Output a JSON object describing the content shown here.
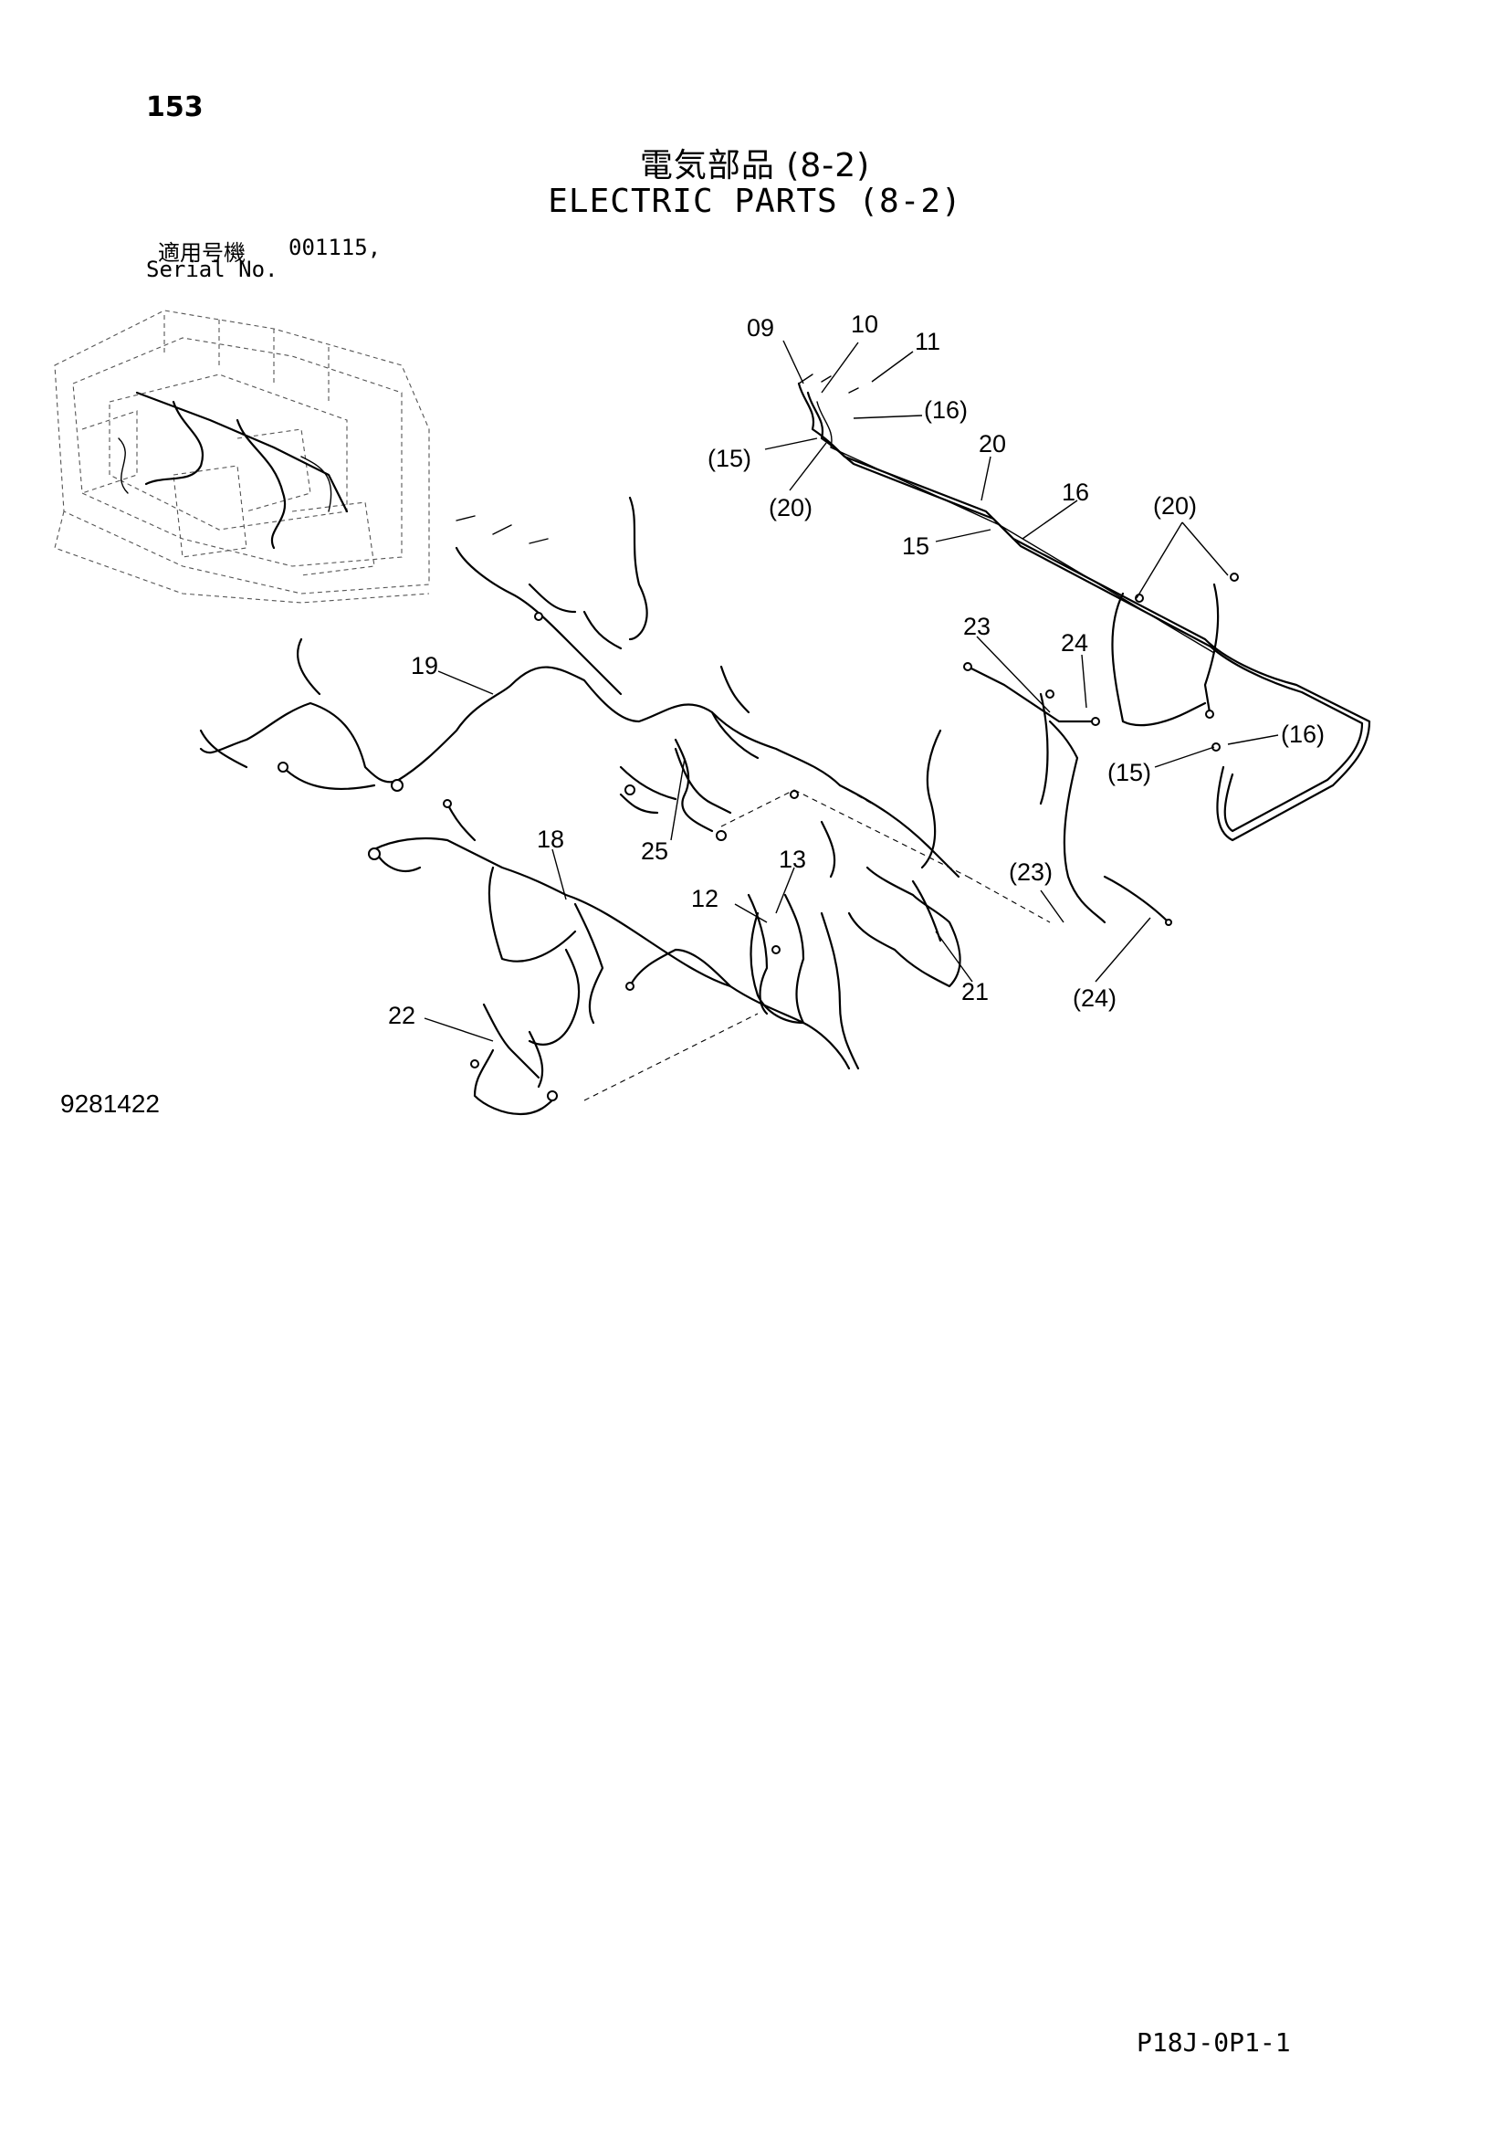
{
  "header": {
    "page_number": "153",
    "title_ja": "電気部品 (8-2)",
    "title_en": "ELECTRIC PARTS (8-2)",
    "serial_label_ja": "適用号機",
    "serial_value": "001115,",
    "serial_label_en": "Serial No."
  },
  "callouts": [
    "09",
    "10",
    "11",
    "(16)",
    "(15)",
    "20",
    "(20)",
    "16",
    "15",
    "(20)",
    "23",
    "24",
    "19",
    "(16)",
    "(15)",
    "18",
    "25",
    "13",
    "12",
    "(23)",
    "21",
    "(24)",
    "22"
  ],
  "footer": {
    "drawing_number": "9281422",
    "page_code": "P18J-0P1-1"
  }
}
